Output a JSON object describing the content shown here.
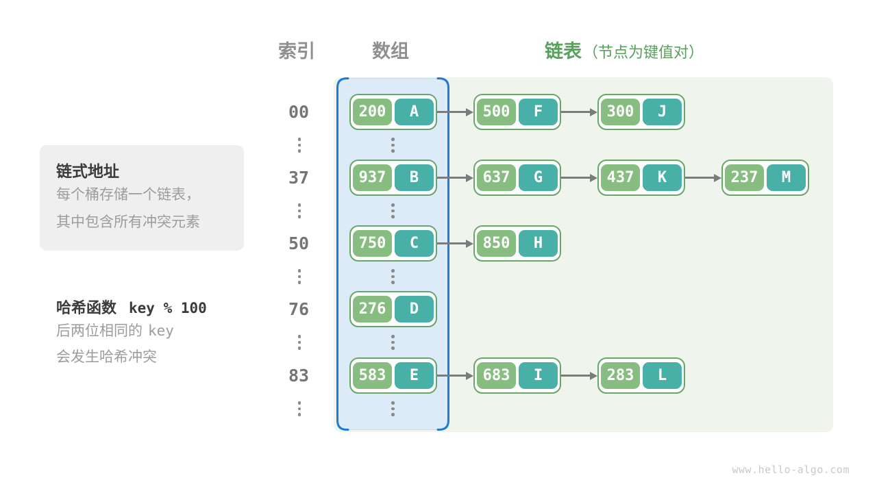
{
  "header": {
    "index": "索引",
    "array": "数组",
    "list": "链表",
    "list_note": "（节点为键值对）"
  },
  "notes": {
    "chaining": {
      "title": "链式地址",
      "lines": [
        "每个桶存储一个链表，",
        "其中包含所有冲突元素"
      ]
    },
    "hash": {
      "label": "哈希函数",
      "code": "key % 100",
      "line1_text": "后两位相同的",
      "line1_code": "key",
      "line2": "会发生哈希冲突"
    }
  },
  "rows": [
    {
      "index": "00",
      "chain": [
        {
          "key": "200",
          "val": "A"
        },
        {
          "key": "500",
          "val": "F"
        },
        {
          "key": "300",
          "val": "J"
        }
      ]
    },
    {
      "index": "37",
      "chain": [
        {
          "key": "937",
          "val": "B"
        },
        {
          "key": "637",
          "val": "G"
        },
        {
          "key": "437",
          "val": "K"
        },
        {
          "key": "237",
          "val": "M"
        }
      ]
    },
    {
      "index": "50",
      "chain": [
        {
          "key": "750",
          "val": "C"
        },
        {
          "key": "850",
          "val": "H"
        }
      ]
    },
    {
      "index": "76",
      "chain": [
        {
          "key": "276",
          "val": "D"
        }
      ]
    },
    {
      "index": "83",
      "chain": [
        {
          "key": "583",
          "val": "E"
        },
        {
          "key": "683",
          "val": "I"
        },
        {
          "key": "283",
          "val": "L"
        }
      ]
    }
  ],
  "watermark": "www.hello-algo.com",
  "colors": {
    "cell_key": "#87bd80",
    "cell_value": "#49b0a7",
    "node_border": "#67a768",
    "node_bg": "#fcfdfc",
    "array_border": "#1e7ad3",
    "array_fill": "#dcebf7",
    "array_fill_border": "#c9dcf0",
    "list_bg": "#eff5ec",
    "accent": "#57a15a",
    "header_gray": "#8f8f8f",
    "text_dark": "#3b3b3b",
    "text_muted": "#9c9c9c",
    "arrow": "#7b7b7b",
    "index_color": "#757575",
    "note_bg": "#efefef",
    "watermark_color": "#c9c9c9",
    "dot_color": "#8a8a8a"
  }
}
